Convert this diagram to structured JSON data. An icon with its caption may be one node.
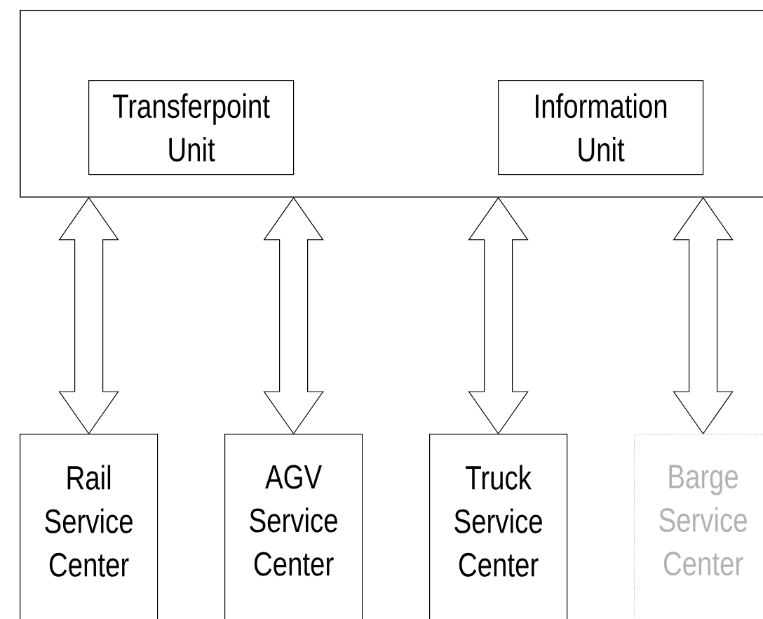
{
  "diagram": {
    "nodes": [
      {
        "text": [],
        "shape": "box"
      },
      {
        "text": [
          "Transferpoint Unit"
        ],
        "in": 0
      },
      {
        "text": [
          "Information Unit"
        ],
        "in": 0
      },
      {
        "text": [
          "Rail Service Center"
        ]
      },
      {
        "text": [
          "AGV Service Center"
        ]
      },
      {
        "text": [
          "Truck Service Center"
        ]
      },
      {
        "text": [
          "Barge Service Center"
        ]
      }
    ],
    "edges": [
      {
        "from": 0,
        "to": 3,
        "arrow": "both"
      },
      {
        "from": 0,
        "to": 4,
        "arrow": "both"
      },
      {
        "from": 0,
        "to": 5,
        "arrow": "both"
      },
      {
        "from": 0,
        "to": 6,
        "arrow": "both"
      }
    ]
  }
}
